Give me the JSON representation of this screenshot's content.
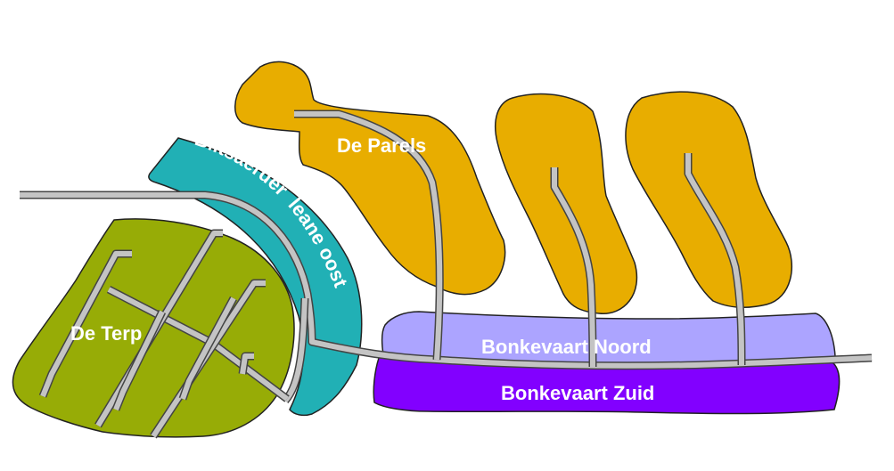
{
  "colors": {
    "de_terp": "#97ac06",
    "de_parels": "#e8ad00",
    "blitsaerder": "#21b0b5",
    "bonkevaart_noord": "#aca4ff",
    "bonkevaart_zuid": "#8200ff",
    "road_fill": "#c4c4c4",
    "road_edge": "#444444",
    "label": "#ffffff"
  },
  "areas": {
    "de_terp": {
      "label": "De Terp"
    },
    "de_parels": {
      "label": "De Parels"
    },
    "blitsaerder": {
      "label": "Blitsaerder  leane oost"
    },
    "bonkevaart_noord": {
      "label": "Bonkevaart Noord"
    },
    "bonkevaart_zuid": {
      "label": "Bonkevaart Zuid"
    }
  }
}
